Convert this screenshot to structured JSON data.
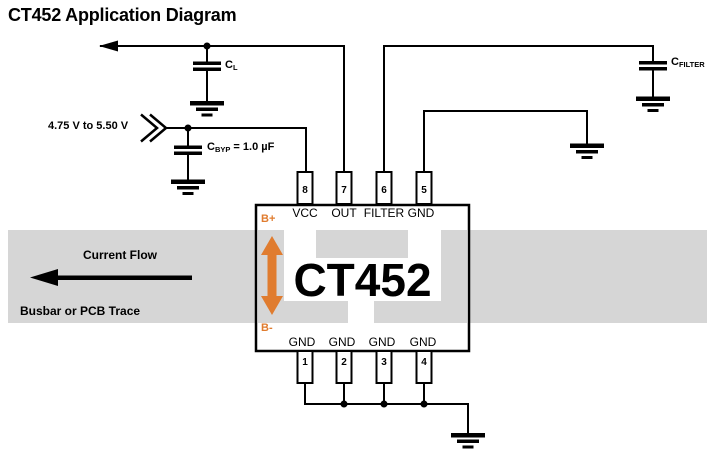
{
  "title": "CT452 Application Diagram",
  "supply": {
    "label": "4.75 V to 5.50 V"
  },
  "capacitors": {
    "cl": {
      "name": "C",
      "sub": "L",
      "suffix": ""
    },
    "cbyp": {
      "name": "C",
      "sub": "BYP",
      "suffix": " = 1.0 µF"
    },
    "cfilter": {
      "name": "C",
      "sub": "FILTER",
      "suffix": ""
    }
  },
  "chip": {
    "name": "CT452",
    "b_plus": "B+",
    "b_minus": "B-",
    "top_pins": [
      {
        "number": "8",
        "label": "VCC"
      },
      {
        "number": "7",
        "label": "OUT"
      },
      {
        "number": "6",
        "label": "FILTER"
      },
      {
        "number": "5",
        "label": "GND"
      }
    ],
    "bottom_pins": [
      {
        "number": "1",
        "label": "GND"
      },
      {
        "number": "2",
        "label": "GND"
      },
      {
        "number": "3",
        "label": "GND"
      },
      {
        "number": "4",
        "label": "GND"
      }
    ]
  },
  "busbar": {
    "current_flow_label": "Current Flow",
    "trace_label": "Busbar or PCB Trace"
  },
  "icons": {
    "ground": "ground-symbol",
    "capacitor": "capacitor-symbol",
    "supply_connector": "off-page-connector",
    "junction": "junction-dot",
    "current_direction": "left-arrow"
  },
  "colors": {
    "accent_orange": "#E07C2F",
    "busbar_gray": "#D6D6D6",
    "wire": "#000000",
    "chip_fill": "#FFFFFF"
  }
}
